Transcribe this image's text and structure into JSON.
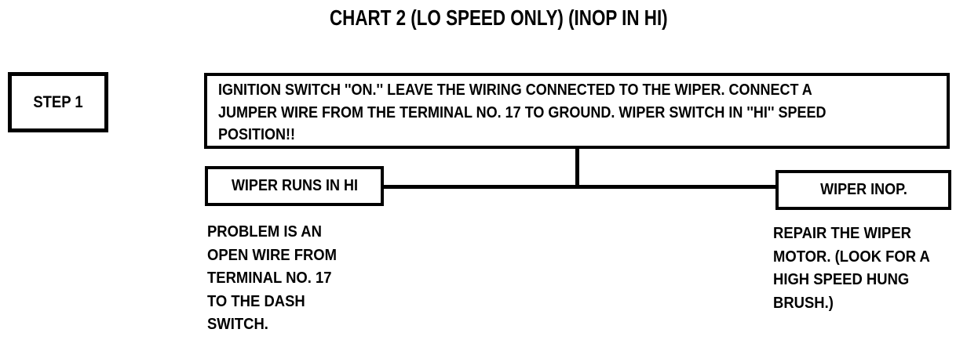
{
  "title": "CHART 2 (LO SPEED ONLY) (INOP IN HI)",
  "step": {
    "label": "STEP 1"
  },
  "instruction": {
    "text": "IGNITION SWITCH ''ON.'' LEAVE THE WIRING CONNECTED TO THE WIPER. CONNECT A\nJUMPER WIRE FROM THE TERMINAL NO. 17 TO GROUND. WIPER SWITCH IN ''HI'' SPEED\nPOSITION!!"
  },
  "branches": {
    "left": {
      "box_label": "WIPER RUNS IN HI",
      "diagnosis": "PROBLEM IS AN\nOPEN WIRE FROM\nTERMINAL NO. 17\nTO THE DASH\nSWITCH."
    },
    "right": {
      "box_label": "WIPER INOP.",
      "diagnosis": "REPAIR THE WIPER\nMOTOR. (LOOK FOR A\nHIGH SPEED HUNG\nBRUSH.)"
    }
  },
  "colors": {
    "ink": "#000000",
    "background": "#ffffff"
  }
}
